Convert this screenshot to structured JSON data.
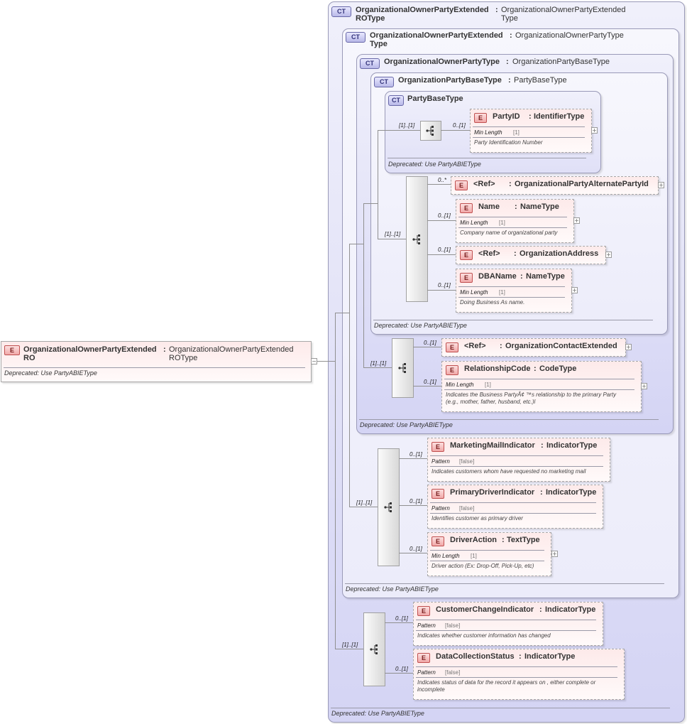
{
  "root": {
    "badge": "E",
    "name": "OrganizationalOwnerPartyExtended RO",
    "sep": ":",
    "type": "OrganizationalOwnerPartyExtended ROType",
    "deprecated": "Deprecated: Use PartyABIEType"
  },
  "ct_badge": "CT",
  "complex_types": {
    "ct1": {
      "name": "OrganizationalOwnerPartyExtended ROType",
      "sep": ":",
      "base": "OrganizationalOwnerPartyExtended Type",
      "deprecated": "Deprecated: Use PartyABIEType"
    },
    "ct2": {
      "name": "OrganizationalOwnerPartyExtended Type",
      "sep": ":",
      "base": "OrganizationalOwnerPartyType",
      "deprecated": "Deprecated: Use PartyABIEType"
    },
    "ct3": {
      "name": "OrganizationalOwnerPartyType",
      "sep": ":",
      "base": "OrganizationPartyBaseType",
      "deprecated": "Deprecated: Use PartyABIEType"
    },
    "ct4": {
      "name": "OrganizationPartyBaseType",
      "sep": ":",
      "base": "PartyBaseType",
      "deprecated": "Deprecated: Use PartyABIEType"
    },
    "ct5": {
      "name": "PartyBaseType",
      "deprecated": "Deprecated: Use PartyABIEType"
    }
  },
  "elements": {
    "party_id": {
      "badge": "E",
      "name": "PartyID",
      "sep": ":",
      "type": "IdentifierType",
      "facet": "Min Length",
      "facet_value": "[1]",
      "desc": "Party Identification Number",
      "card": "0..[1]"
    },
    "alt_party_id": {
      "badge": "E",
      "name": "<Ref>",
      "sep": ":",
      "type": "OrganizationalPartyAlternatePartyId",
      "card": "0..*"
    },
    "name": {
      "badge": "E",
      "name": "Name",
      "sep": ":",
      "type": "NameType",
      "facet": "Min Length",
      "facet_value": "[1]",
      "desc": "Company name of organizational party",
      "card": "0..[1]"
    },
    "org_address": {
      "badge": "E",
      "name": "<Ref>",
      "sep": ":",
      "type": "OrganizationAddress",
      "card": "0..[1]"
    },
    "dba_name": {
      "badge": "E",
      "name": "DBAName",
      "sep": ":",
      "type": "NameType",
      "facet": "Min Length",
      "facet_value": "[1]",
      "desc": "Doing Business As name.",
      "card": "0..[1]"
    },
    "org_contact": {
      "badge": "E",
      "name": "<Ref>",
      "sep": ":",
      "type": "OrganizationContactExtended",
      "card": "0..[1]"
    },
    "relationship_code": {
      "badge": "E",
      "name": "RelationshipCode",
      "sep": ":",
      "type": "CodeType",
      "facet": "Min Length",
      "facet_value": "[1]",
      "desc1": "Indicates the Business PartyÂ¢ ™s relationship to the primary Party",
      "desc2": "(e.g., mother, father, husband, etc.)l",
      "card": "0..[1]"
    },
    "marketing_mail": {
      "badge": "E",
      "name": "MarketingMailIndicator",
      "sep": ":",
      "type": "IndicatorType",
      "facet": "Pattern",
      "facet_value": "[false]",
      "desc": "Indicates customers whom have requested no marketing mail",
      "card": "0..[1]"
    },
    "primary_driver": {
      "badge": "E",
      "name": "PrimaryDriverIndicator",
      "sep": ":",
      "type": "IndicatorType",
      "facet": "Pattern",
      "facet_value": "[false]",
      "desc": "Identifies customer as primary driver",
      "card": "0..[1]"
    },
    "driver_action": {
      "badge": "E",
      "name": "DriverAction",
      "sep": ":",
      "type": "TextType",
      "facet": "Min Length",
      "facet_value": "[1]",
      "desc": "Driver action (Ex: Drop-Off, Pick-Up, etc)",
      "card": "0..[1]"
    },
    "customer_change": {
      "badge": "E",
      "name": "CustomerChangeIndicator",
      "sep": ":",
      "type": "IndicatorType",
      "facet": "Pattern",
      "facet_value": "[false]",
      "desc": "Indicates whether customer information has changed",
      "card": "0..[1]"
    },
    "data_collection": {
      "badge": "E",
      "name": "DataCollectionStatus",
      "sep": ":",
      "type": "IndicatorType",
      "facet": "Pattern",
      "facet_value": "[false]",
      "desc1": "Indicates status of data for the record it appears on , either complete or",
      "desc2": "incomplete",
      "card": "0..[1]"
    }
  },
  "sequences": {
    "seq_partybase": {
      "card": "[1]..[1]"
    },
    "seq_orgbase": {
      "card": "[1]..[1]"
    },
    "seq_orgowner": {
      "card": "[1]..[1]"
    },
    "seq_ext": {
      "card": "[1]..[1]"
    },
    "seq_ro": {
      "card": "[1]..[1]"
    }
  },
  "colors": {
    "ct_border": "#9a9ab8",
    "element_fill": "#fdeaea",
    "element_badge": "#f0a8a8",
    "ct_badge": "#b8b8e8"
  }
}
